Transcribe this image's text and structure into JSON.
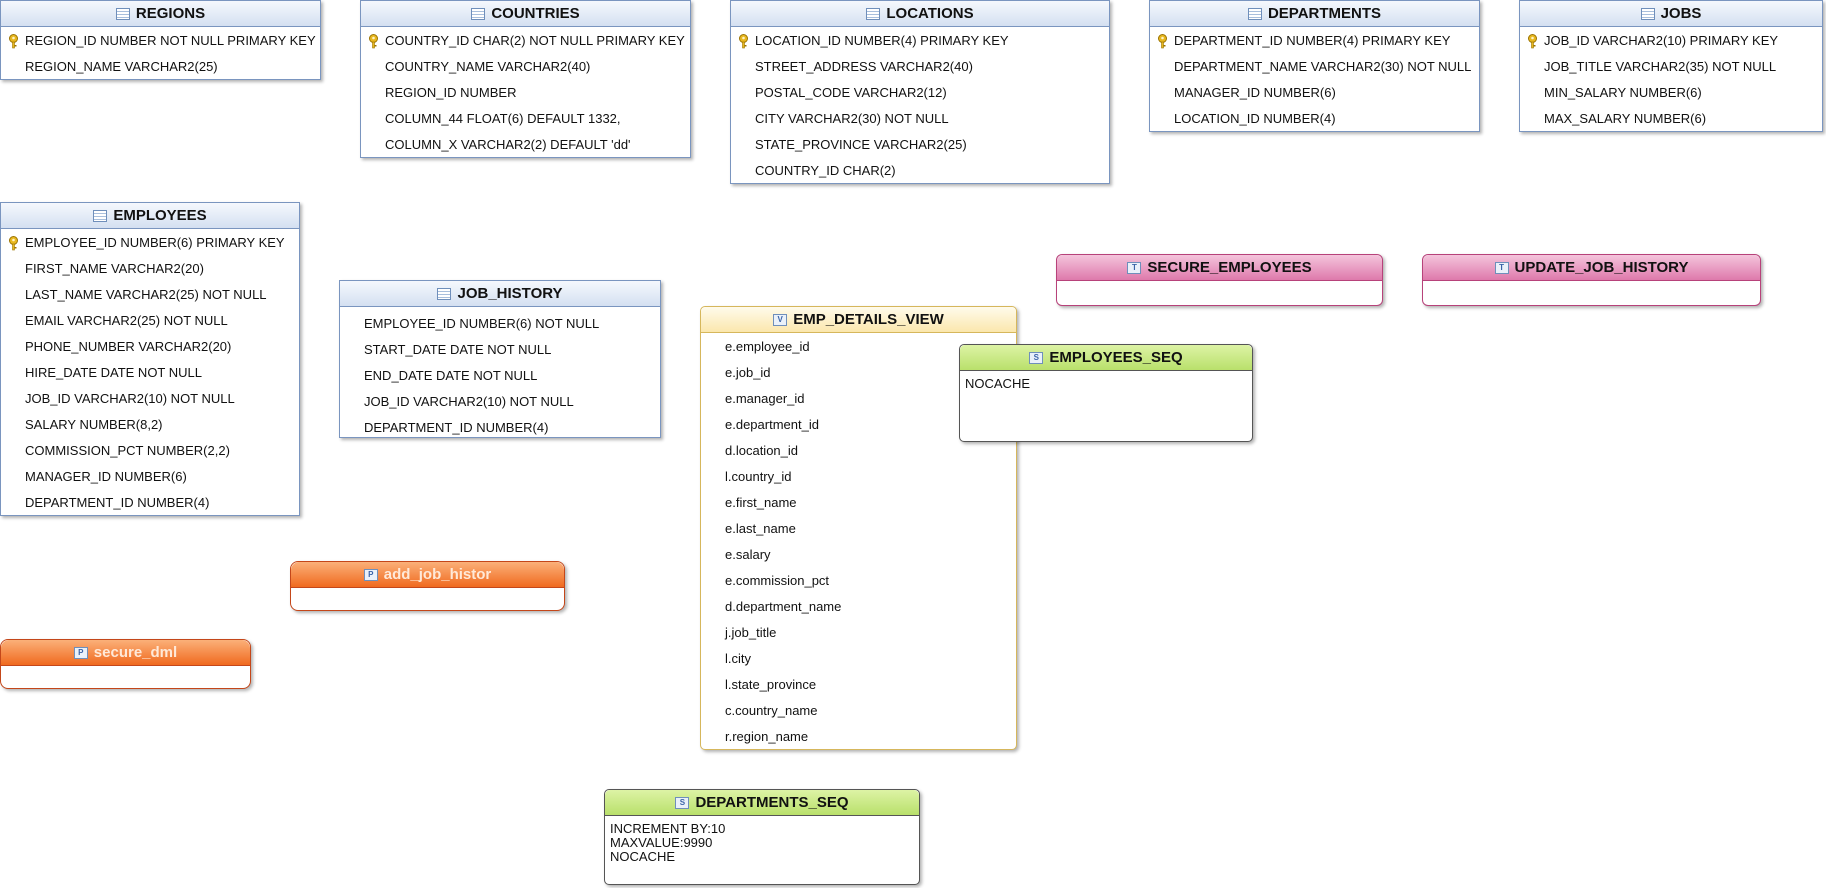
{
  "tables": {
    "regions": {
      "title": "REGIONS",
      "columns": [
        "REGION_ID NUMBER NOT NULL PRIMARY KEY",
        "REGION_NAME VARCHAR2(25)"
      ]
    },
    "countries": {
      "title": "COUNTRIES",
      "columns": [
        "COUNTRY_ID CHAR(2) NOT NULL PRIMARY KEY",
        "COUNTRY_NAME VARCHAR2(40)",
        "REGION_ID NUMBER",
        "COLUMN_44 FLOAT(6) DEFAULT 1332,",
        "COLUMN_X VARCHAR2(2) DEFAULT 'dd'"
      ]
    },
    "locations": {
      "title": "LOCATIONS",
      "columns": [
        "LOCATION_ID NUMBER(4) PRIMARY KEY",
        "STREET_ADDRESS VARCHAR2(40)",
        "POSTAL_CODE VARCHAR2(12)",
        "CITY VARCHAR2(30) NOT NULL",
        "STATE_PROVINCE VARCHAR2(25)",
        "COUNTRY_ID CHAR(2)"
      ]
    },
    "departments": {
      "title": "DEPARTMENTS",
      "columns": [
        "DEPARTMENT_ID NUMBER(4) PRIMARY KEY",
        "DEPARTMENT_NAME VARCHAR2(30) NOT NULL",
        "MANAGER_ID NUMBER(6)",
        "LOCATION_ID NUMBER(4)"
      ]
    },
    "jobs": {
      "title": "JOBS",
      "columns": [
        "JOB_ID VARCHAR2(10) PRIMARY KEY",
        "JOB_TITLE VARCHAR2(35) NOT NULL",
        "MIN_SALARY NUMBER(6)",
        "MAX_SALARY NUMBER(6)"
      ]
    },
    "employees": {
      "title": "EMPLOYEES",
      "columns": [
        "EMPLOYEE_ID NUMBER(6) PRIMARY KEY",
        "FIRST_NAME VARCHAR2(20)",
        "LAST_NAME VARCHAR2(25) NOT NULL",
        "EMAIL VARCHAR2(25) NOT NULL",
        "PHONE_NUMBER VARCHAR2(20)",
        "HIRE_DATE DATE NOT NULL",
        "JOB_ID VARCHAR2(10) NOT NULL",
        "SALARY NUMBER(8,2)",
        "COMMISSION_PCT NUMBER(2,2)",
        "MANAGER_ID NUMBER(6)",
        "DEPARTMENT_ID NUMBER(4)"
      ]
    },
    "job_history": {
      "title": "JOB_HISTORY",
      "columns": [
        "EMPLOYEE_ID NUMBER(6) NOT NULL",
        "START_DATE DATE NOT NULL",
        "END_DATE DATE NOT NULL",
        "JOB_ID VARCHAR2(10) NOT NULL",
        "DEPARTMENT_ID NUMBER(4)"
      ]
    }
  },
  "view": {
    "title": "EMP_DETAILS_VIEW",
    "columns": [
      "e.employee_id",
      "e.job_id",
      "e.manager_id",
      "e.department_id",
      "d.location_id",
      "l.country_id",
      "e.first_name",
      "e.last_name",
      "e.salary",
      "e.commission_pct",
      "d.department_name",
      "j.job_title",
      "l.city",
      "l.state_province",
      "c.country_name",
      "r.region_name"
    ]
  },
  "triggers": {
    "secure_employees": {
      "title": "SECURE_EMPLOYEES"
    },
    "update_job_history": {
      "title": "UPDATE_JOB_HISTORY"
    }
  },
  "procedures": {
    "add_job_history": {
      "title": "add_job_histor"
    },
    "secure_dml": {
      "title": "secure_dml"
    }
  },
  "sequences": {
    "employees_seq": {
      "title": "EMPLOYEES_SEQ",
      "lines": [
        "NOCACHE"
      ]
    },
    "departments_seq": {
      "title": "DEPARTMENTS_SEQ",
      "lines": [
        "INCREMENT BY:10",
        "MAXVALUE:9990",
        "NOCACHE"
      ]
    }
  },
  "colors": {
    "table_border": "#7a95bf",
    "view_border": "#d6b75c",
    "trigger_fill": "#de79ab",
    "procedure_fill": "#f06a1f",
    "sequence_fill": "#b9e06b",
    "key_icon": "#e8b820"
  }
}
